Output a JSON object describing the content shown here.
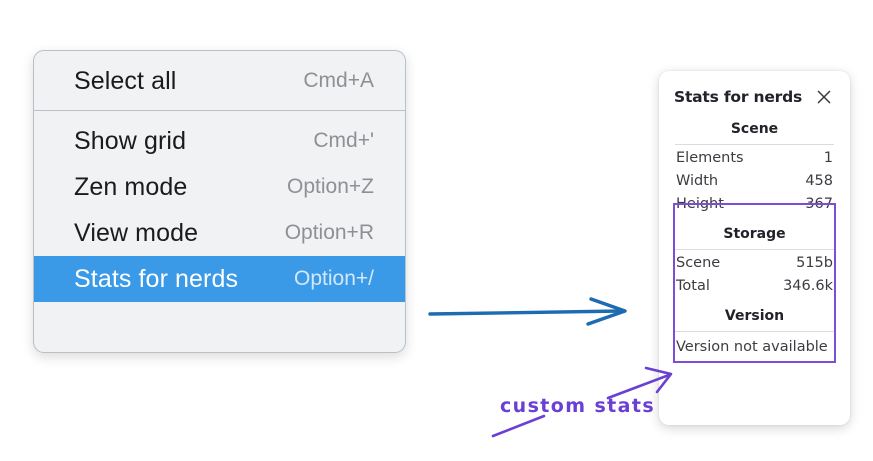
{
  "menu": {
    "name": "context-menu",
    "groups": [
      {
        "items": [
          {
            "label": "Select all",
            "shortcut": "Cmd+A",
            "selected": false
          }
        ]
      },
      {
        "items": [
          {
            "label": "Show grid",
            "shortcut": "Cmd+'",
            "selected": false
          },
          {
            "label": "Zen mode",
            "shortcut": "Option+Z",
            "selected": false
          },
          {
            "label": "View mode",
            "shortcut": "Option+R",
            "selected": false
          },
          {
            "label": "Stats for nerds",
            "shortcut": "Option+/",
            "selected": true
          }
        ]
      }
    ],
    "highlight_color": "#3b9ae8"
  },
  "stats_panel": {
    "title": "Stats for nerds",
    "close_icon": "close-icon",
    "sections": [
      {
        "heading": "Scene",
        "rows": [
          {
            "key": "Elements",
            "value": "1"
          },
          {
            "key": "Width",
            "value": "458"
          },
          {
            "key": "Height",
            "value": "367"
          }
        ]
      },
      {
        "heading": "Storage",
        "rows": [
          {
            "key": "Scene",
            "value": "515b"
          },
          {
            "key": "Total",
            "value": "346.6k"
          }
        ]
      },
      {
        "heading": "Version",
        "note": "Version not available"
      }
    ],
    "highlight_box_color": "#7c4dd6"
  },
  "annotations": {
    "arrow_blue_color": "#1d6bb0",
    "arrow_purple_color": "#6a3fd4",
    "label": "custom stats"
  }
}
